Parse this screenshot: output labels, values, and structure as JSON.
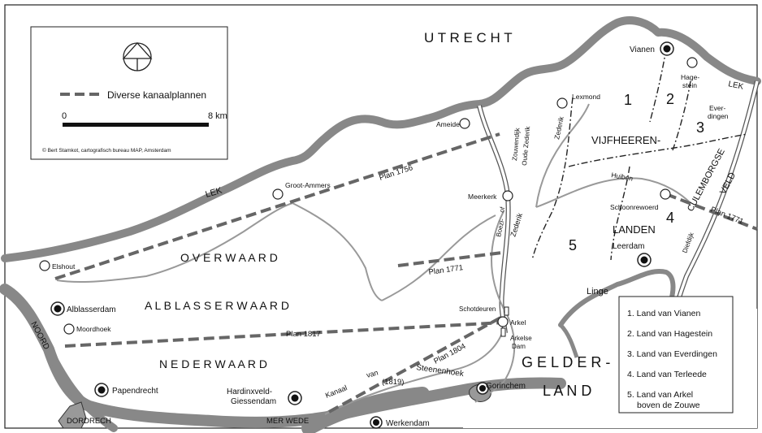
{
  "legend": {
    "canal_plans_label": "Diverse kanaalplannen",
    "scale_start": "0",
    "scale_end": "8 km",
    "credit": "© Bert Stamkot, cartografisch bureau MAP, Amsterdam"
  },
  "key_box": {
    "items": [
      "1. Land van Vianen",
      "2. Land van Hagestein",
      "3. Land van Everdingen",
      "4. Land van Terleede",
      "5. Land van Arkel",
      "boven de Zouwe"
    ]
  },
  "regions": {
    "utrecht": "U T R E C H T",
    "vijfheeren": "VIJFHEEREN-",
    "landen": "LANDEN",
    "overwaard": "O V E R W A A R D",
    "alblasserwaard": "A L B L A S S E R W A A R D",
    "nederwaard": "N E D E R W A A R D",
    "gelder": "G E L D E R -",
    "land": "L A N D",
    "culemborgse": "CULEMBORGSE",
    "veld": "VELD"
  },
  "region_numbers": [
    "1",
    "2",
    "3",
    "4",
    "5"
  ],
  "rivers": {
    "lek_west": "LEK",
    "lek_east": "LEK",
    "noord": "NOORD",
    "merwede": "MER WEDE",
    "linge": "Linge",
    "zederik_north": "Zederik",
    "zederik_main": "Zederik",
    "huiben": "Huiben",
    "oude_zederik": "Oude Zederik",
    "zouwendijk": "Zouwendijk",
    "diefdijk": "Diefdijk",
    "boezem_1": "Boezi-",
    "boezem_2": "of"
  },
  "canal_plans": {
    "plan_1756": "Plan 1756",
    "plan_1771_west": "Plan 1771",
    "plan_1771_east": "Plan 1771",
    "plan_1817": "Plan 1817",
    "plan_1804": "Plan 1804"
  },
  "kanaal": {
    "word1": "Kanaal",
    "word2": "van",
    "word3": "Steenenhoek",
    "year": "(1819)"
  },
  "places": {
    "vianen": "Vianen",
    "hagestein_1": "Hage-",
    "hagestein_2": "stein",
    "everdingen_1": "Ever-",
    "everdingen_2": "dingen",
    "lexmond": "Lexmond",
    "ameide": "Ameide",
    "groot_ammers": "Groot-Ammers",
    "meerkerk": "Meerkerk",
    "schoonrewoerd": "Schoonrewoerd",
    "leerdam": "Leerdam",
    "elshout": "Elshout",
    "alblasserdam": "Alblasserdam",
    "moordhoek": "Moordhoek",
    "schotdeuren": "Schotdeuren",
    "arkel": "Arkel",
    "arkelse_1": "Arkelse",
    "arkelse_2": "Dam",
    "papendrecht": "Papendrecht",
    "hardinxveld_1": "Hardinxveld-",
    "hardinxveld_2": "Giessendam",
    "gorinchem": "Gorinchem",
    "dordrecht": "DORDRECH",
    "werkendam": "Werkendam"
  }
}
